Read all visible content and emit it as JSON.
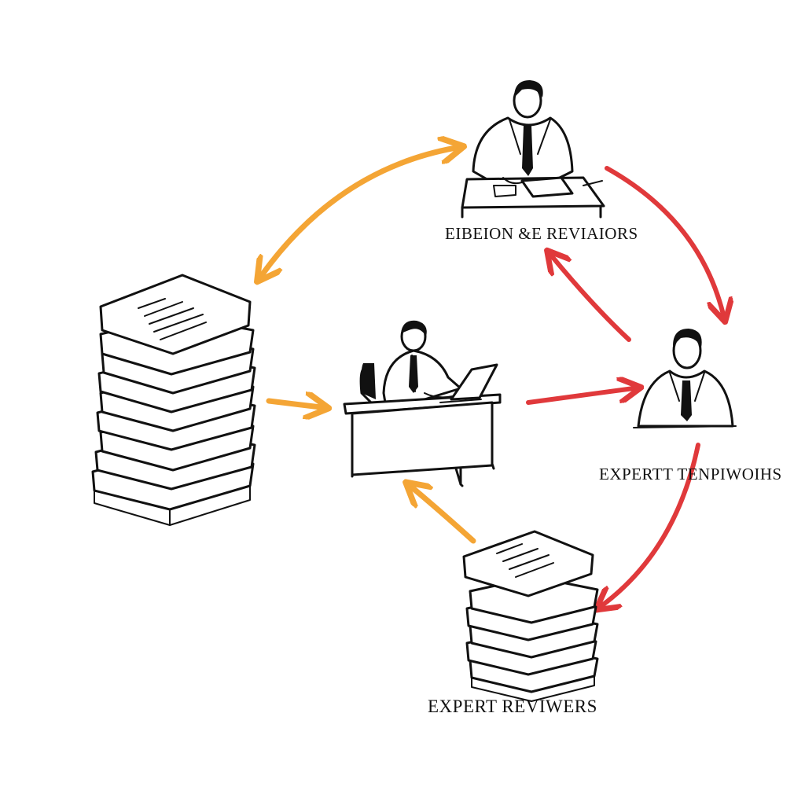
{
  "labels": {
    "editor": "EIBEION &E REVIAIORS",
    "expert_top": "EXPERTT TENPIWOIHS",
    "expert_bottom": "EXPERT REVIWERS"
  },
  "nodes": [
    {
      "id": "manuscripts-pile",
      "icon": "paper-stack-icon"
    },
    {
      "id": "author",
      "icon": "person-at-laptop-icon"
    },
    {
      "id": "editor",
      "icon": "person-at-desk-icon"
    },
    {
      "id": "expert-reviewer",
      "icon": "person-portrait-icon"
    },
    {
      "id": "reviews-pile",
      "icon": "paper-stack-icon"
    }
  ],
  "edges": [
    {
      "from": "editor",
      "to": "manuscripts-pile",
      "style": "double-headed",
      "color": "orange"
    },
    {
      "from": "manuscripts-pile",
      "to": "author",
      "color": "orange"
    },
    {
      "from": "reviews-pile",
      "to": "author",
      "color": "orange"
    },
    {
      "from": "author",
      "to": "expert-reviewer",
      "color": "red"
    },
    {
      "from": "editor",
      "to": "expert-reviewer",
      "color": "red"
    },
    {
      "from": "expert-reviewer",
      "to": "editor",
      "color": "red"
    },
    {
      "from": "expert-reviewer",
      "to": "reviews-pile",
      "color": "red"
    }
  ],
  "colors": {
    "orange": "#f4a535",
    "red": "#e0393b",
    "ink": "#111111"
  }
}
